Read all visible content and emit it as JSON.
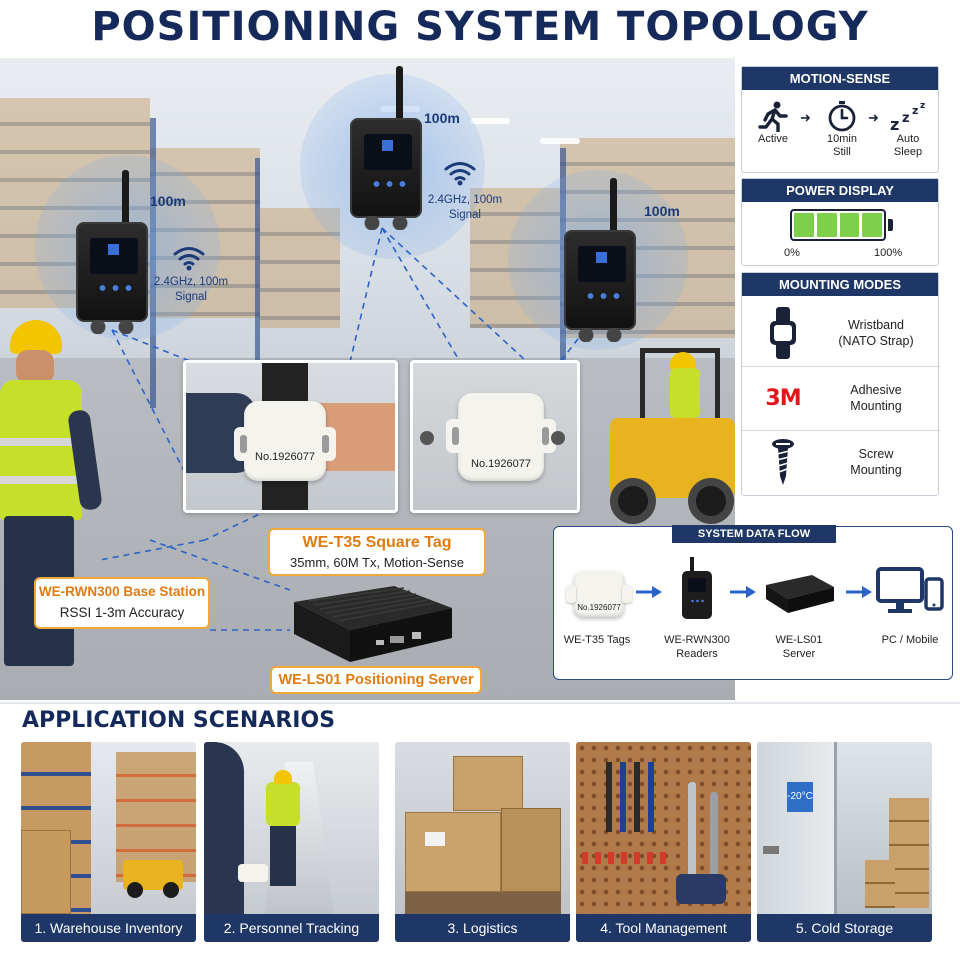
{
  "title": "POSITIONING SYSTEM TOPOLOGY",
  "topology": {
    "stations": [
      {
        "range": "100m",
        "signal_line1": "2.4GHz, 100m",
        "signal_line2": "Signal"
      },
      {
        "range": "100m",
        "signal_line1": "2.4GHz, 100m",
        "signal_line2": "Signal"
      },
      {
        "range": "100m"
      }
    ],
    "tag_number": "No.1926077",
    "callouts": {
      "tag_title": "WE-T35 Square Tag",
      "tag_subtitle": "35mm, 60M Tx, Motion-Sense",
      "station_title": "WE-RWN300 Base Station",
      "station_subtitle": "RSSI 1-3m Accuracy",
      "server_title": "WE-LS01 Positioning Server"
    }
  },
  "motion_sense": {
    "header": "MOTION-SENSE",
    "items": [
      {
        "icon": "running-person-icon",
        "line1": "Active",
        "line2": ""
      },
      {
        "icon": "stopwatch-icon",
        "line1": "10min",
        "line2": "Still"
      },
      {
        "icon": "sleep-zzz-icon",
        "line1": "Auto",
        "line2": "Sleep"
      }
    ]
  },
  "power_display": {
    "header": "POWER DISPLAY",
    "min_label": "0%",
    "max_label": "100%",
    "level_fraction": 1.0,
    "segments": 4,
    "fill_color": "#7ed04b"
  },
  "mounting_modes": {
    "header": "MOUNTING MODES",
    "items": [
      {
        "icon": "wristband-icon",
        "line1": "Wristband",
        "line2": "(NATO Strap)"
      },
      {
        "icon": "3m-logo-icon",
        "logo_text": "3M",
        "line1": "Adhesive",
        "line2": "Mounting"
      },
      {
        "icon": "screw-icon",
        "line1": "Screw",
        "line2": "Mounting"
      }
    ]
  },
  "data_flow": {
    "header": "SYSTEM DATA FLOW",
    "nodes": [
      {
        "line1": "WE-T35 Tags",
        "line2": ""
      },
      {
        "line1": "WE-RWN300",
        "line2": "Readers"
      },
      {
        "line1": "WE-LS01",
        "line2": "Server"
      },
      {
        "line1": "PC / Mobile",
        "line2": ""
      }
    ]
  },
  "applications": {
    "header": "APPLICATION SCENARIOS",
    "cards": [
      {
        "label": "1. Warehouse Inventory"
      },
      {
        "label": "2. Personnel Tracking"
      },
      {
        "label": "3. Logistics"
      },
      {
        "label": "4. Tool Management"
      },
      {
        "label": "5. Cold Storage",
        "sign": "-20°C"
      }
    ]
  },
  "colors": {
    "navy": "#1f3766",
    "title": "#152a5a",
    "callout_border": "#f0a83a",
    "callout_text": "#e07b12",
    "link_blue": "#2b63c9"
  }
}
